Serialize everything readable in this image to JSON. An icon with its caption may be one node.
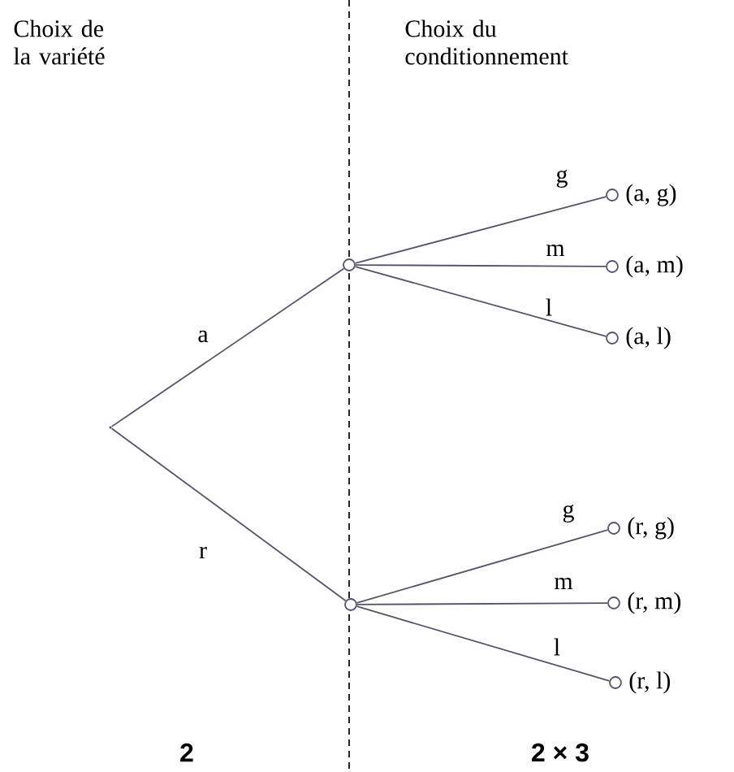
{
  "diagram": {
    "nodes": [
      {
        "text": [],
        "shape": "point"
      },
      {
        "text": [],
        "shape": "circle"
      },
      {
        "text": [],
        "shape": "circle",
        "beside": [
          "(a, g)"
        ]
      },
      {
        "text": [],
        "shape": "circle",
        "beside": [
          "(a, m)"
        ]
      },
      {
        "text": [],
        "shape": "circle",
        "beside": [
          "(a, l)"
        ]
      },
      {
        "text": [],
        "shape": "circle"
      },
      {
        "text": [],
        "shape": "circle",
        "beside": [
          "(r, g)"
        ]
      },
      {
        "text": [],
        "shape": "circle",
        "beside": [
          "(r, m)"
        ]
      },
      {
        "text": [],
        "shape": "circle",
        "beside": [
          "(r, l)"
        ]
      }
    ],
    "edges": [
      {
        "from": 0,
        "to": 1,
        "arrow": "none",
        "label": "a"
      },
      {
        "from": 1,
        "to": 2,
        "arrow": "none",
        "label": "g"
      },
      {
        "from": 1,
        "to": 3,
        "arrow": "none",
        "label": "m"
      },
      {
        "from": 1,
        "to": 4,
        "arrow": "none",
        "label": "l"
      },
      {
        "from": 0,
        "to": 5,
        "arrow": "none",
        "label": "r"
      },
      {
        "from": 5,
        "to": 6,
        "arrow": "none",
        "label": "g"
      },
      {
        "from": 5,
        "to": 7,
        "arrow": "none",
        "label": "m"
      },
      {
        "from": 5,
        "to": 8,
        "arrow": "none",
        "label": "l"
      }
    ],
    "labels": [
      "Choix de la variété",
      "Choix du conditionnement",
      "2",
      "2 × 3"
    ]
  }
}
